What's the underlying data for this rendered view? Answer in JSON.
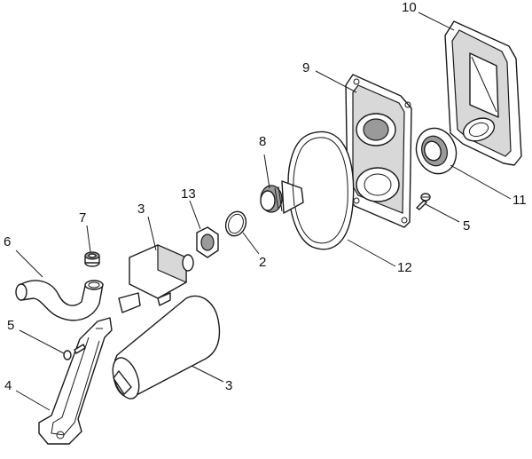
{
  "callouts": {
    "c10": "10",
    "c9": "9",
    "c8": "8",
    "c13": "13",
    "c3_top": "3",
    "c7": "7",
    "c6": "6",
    "c2": "2",
    "c12": "12",
    "c11": "11",
    "c5_right": "5",
    "c5_left": "5",
    "c4": "4",
    "c3_bottom": "3"
  }
}
